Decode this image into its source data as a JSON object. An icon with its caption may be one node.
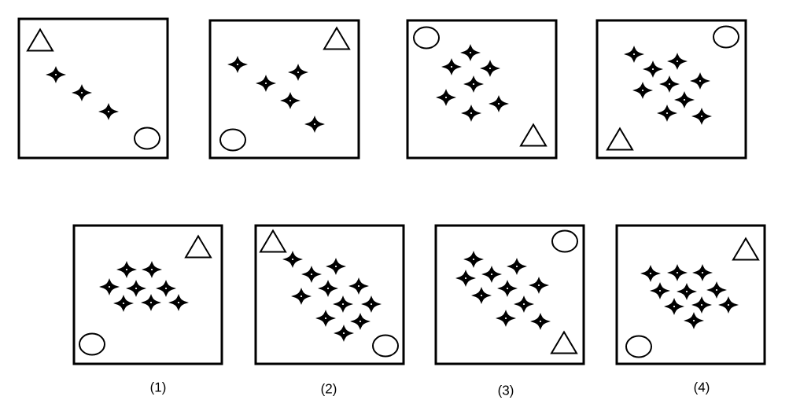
{
  "diagram": {
    "nodes": [
      {
        "text": [],
        "shape": "box"
      },
      {
        "text": [],
        "shape": "box"
      },
      {
        "text": [],
        "shape": "box"
      },
      {
        "text": [],
        "shape": "box"
      },
      {
        "text": [],
        "shape": "box",
        "beside": [
          "(1)"
        ]
      },
      {
        "text": [],
        "shape": "box",
        "beside": [
          "(2)"
        ]
      },
      {
        "text": [],
        "shape": "box",
        "beside": [
          "(3)"
        ]
      },
      {
        "text": [],
        "shape": "box",
        "beside": [
          "(4)"
        ]
      }
    ]
  }
}
